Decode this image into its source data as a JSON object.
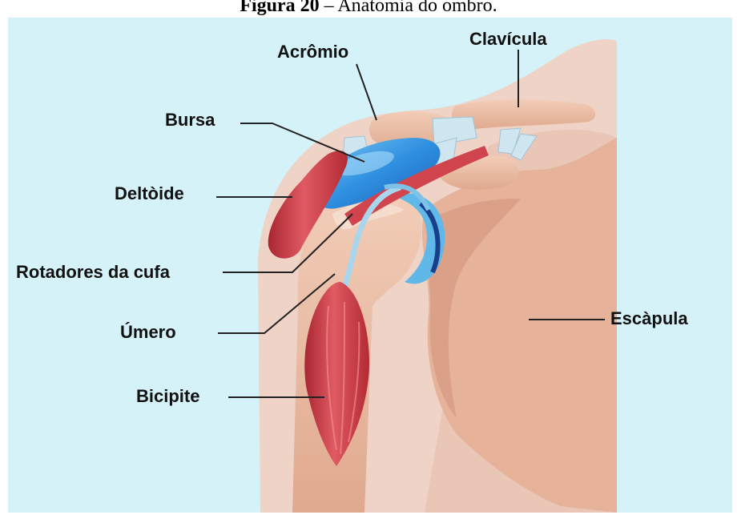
{
  "figure": {
    "caption_prefix": "Figura 20",
    "caption_text": " – Anatomia do ombro."
  },
  "labels": {
    "acromio": "Acrômio",
    "clavicula": "Clavícula",
    "bursa": "Bursa",
    "deltoide": "Deltòide",
    "rotadores": "Rotadores da cufa",
    "umero": "Úmero",
    "escapula": "Escàpula",
    "bicipite": "Bicipite"
  },
  "colors": {
    "background": "#d4f2f7",
    "skin": "#efd3c6",
    "bone": "#e8b79d",
    "muscle": "#c8363f",
    "bursa": "#2f8fe0",
    "cartilage": "#5fb8e8",
    "ligament": "#cfe6f0"
  }
}
